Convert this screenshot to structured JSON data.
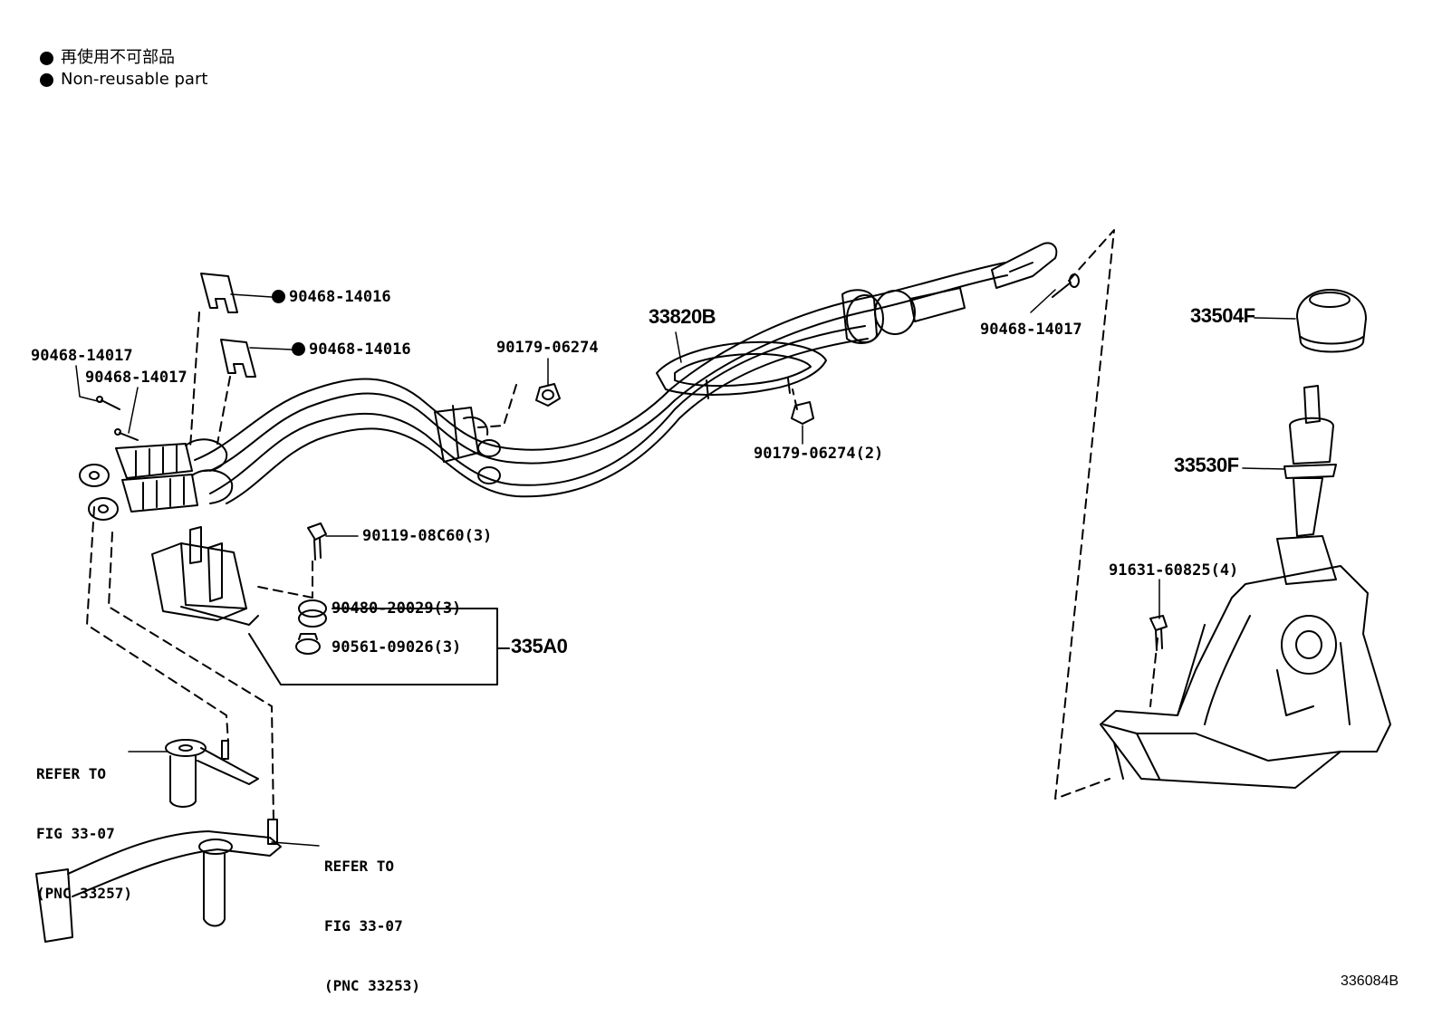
{
  "legend": {
    "jp": "再使用不可部品",
    "en": "Non-reusable part"
  },
  "labels": {
    "clip_upper": "90468-14016",
    "clip_lower": "90468-14016",
    "pin_a": "90468-14017",
    "pin_b": "90468-14017",
    "pin_right": "90468-14017",
    "cable_assy": "33820B",
    "nut_a": "90179-06274",
    "nut_b": "90179-06274(2)",
    "bolt": "90119-08C60(3)",
    "bush": "90480-20029(3)",
    "collar": "90561-09026(3)",
    "bracket_kit": "335A0",
    "knob": "33504F",
    "lever": "33530F",
    "lever_bolt": "91631-60825(4)",
    "ref1": [
      "REFER TO",
      "FIG 33-07",
      "(PNC 33257)"
    ],
    "ref2": [
      "REFER TO",
      "FIG 33-07",
      "(PNC 33253)"
    ],
    "figure_no": "336084B"
  }
}
